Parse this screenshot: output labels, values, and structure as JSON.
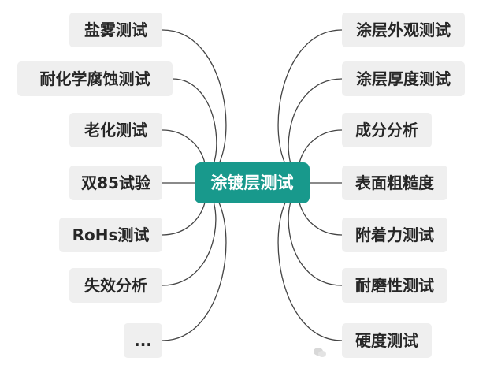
{
  "center": {
    "label": "涂镀层测试"
  },
  "left_nodes": [
    {
      "label": "盐雾测试"
    },
    {
      "label": "耐化学腐蚀测试"
    },
    {
      "label": "老化测试"
    },
    {
      "label": "双85试验"
    },
    {
      "label": "RoHs测试"
    },
    {
      "label": "失效分析"
    },
    {
      "label": "..."
    }
  ],
  "right_nodes": [
    {
      "label": "涂层外观测试"
    },
    {
      "label": "涂层厚度测试"
    },
    {
      "label": "成分分析"
    },
    {
      "label": "表面粗糙度"
    },
    {
      "label": "附着力测试"
    },
    {
      "label": "耐磨性测试"
    },
    {
      "label": "硬度测试"
    }
  ],
  "watermark": {
    "icon": "wechat-icon",
    "text": ""
  },
  "colors": {
    "center": "#18998c",
    "node": "#efefef",
    "line": "#444444"
  }
}
